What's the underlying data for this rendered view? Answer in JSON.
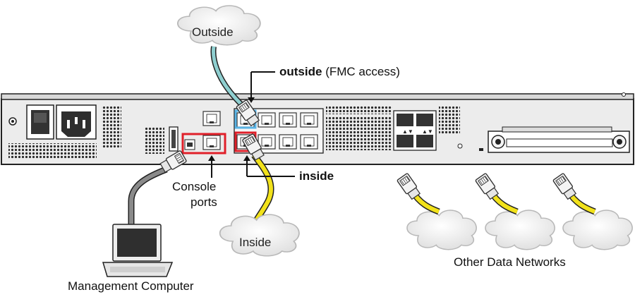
{
  "clouds": {
    "outside": "Outside",
    "inside": "Inside"
  },
  "callouts": {
    "outside_bold": "outside",
    "outside_rest": "(FMC access)",
    "inside_bold": "inside",
    "console_line1": "Console",
    "console_line2": "ports"
  },
  "captions": {
    "management_computer": "Management Computer",
    "other_networks": "Other Data Networks"
  },
  "colors": {
    "outside_cable": "#8fcfd0",
    "inside_cable": "#f2e21a",
    "console_cable": "#7a7a7a",
    "highlight_red": "#e0202a",
    "highlight_blue": "#5ab4e6",
    "chassis": "#e8e8e8",
    "cloud_fill": "#efefef"
  }
}
